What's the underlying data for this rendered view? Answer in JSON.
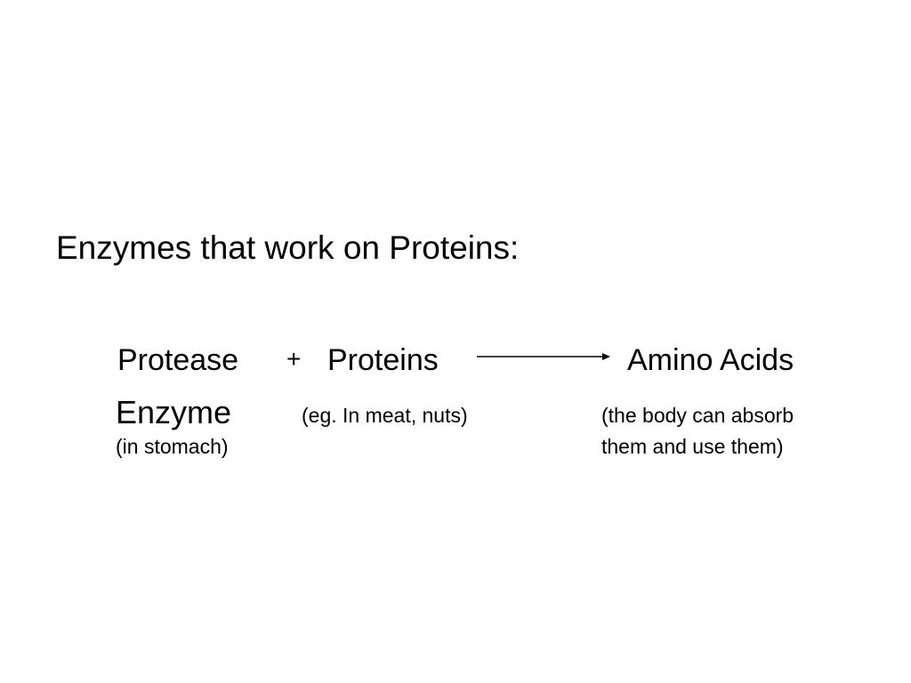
{
  "slide": {
    "title": "Enzymes that work on Proteins:",
    "equation": {
      "reactant_enzyme": "Protease",
      "plus": "+",
      "reactant_substrate": "Proteins",
      "product": "Amino Acids"
    },
    "notes": {
      "enzyme_label": "Enzyme",
      "enzyme_location": "(in stomach)",
      "substrate_example": "(eg. In meat, nuts)",
      "product_line1": "(the body can absorb",
      "product_line2": "them and use them)"
    }
  }
}
